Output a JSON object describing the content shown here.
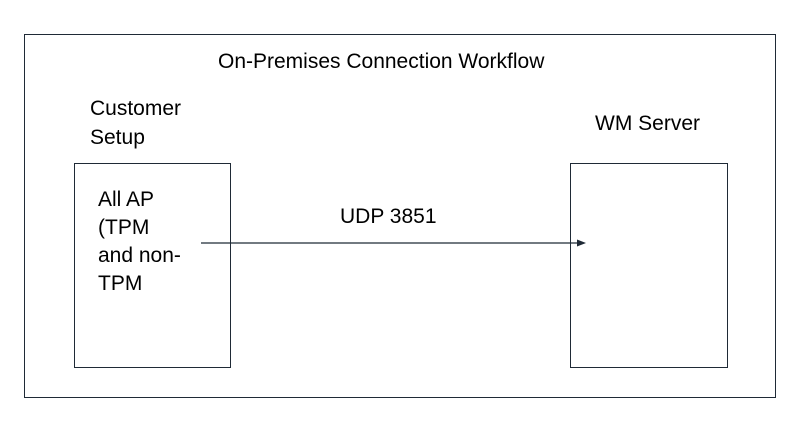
{
  "diagram": {
    "title": "On-Premises Connection Workflow",
    "customer_setup": {
      "label": "Customer\nSetup",
      "box_text": "All AP\n(TPM\nand non-\nTPM"
    },
    "server": {
      "label": "WM Server"
    },
    "connection": {
      "label": "UDP 3851"
    },
    "colors": {
      "border": "#1f2a36",
      "text": "#000000",
      "background": "#ffffff"
    }
  }
}
